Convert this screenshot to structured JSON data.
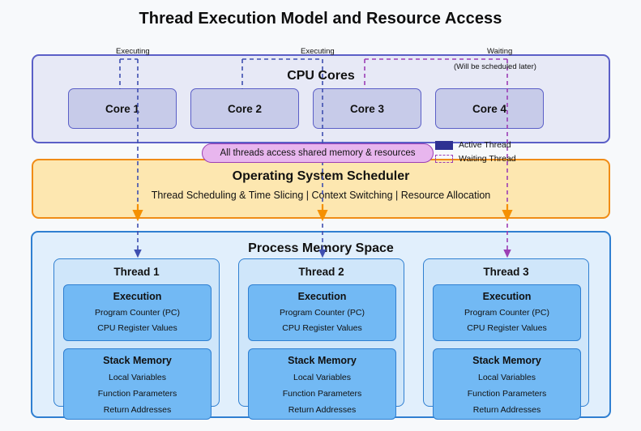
{
  "title": "Thread Execution Model and Resource Access",
  "cpu": {
    "title": "CPU Cores",
    "cores": [
      {
        "label": "Core 1"
      },
      {
        "label": "Core 2"
      },
      {
        "label": "Core 3"
      },
      {
        "label": "Core 4"
      }
    ]
  },
  "connectors": [
    {
      "label": "Executing",
      "note": "",
      "state": "active"
    },
    {
      "label": "Executing",
      "note": "",
      "state": "active"
    },
    {
      "label": "Waiting",
      "note": "(Will be scheduled later)",
      "state": "waiting"
    }
  ],
  "bubble": {
    "text": "All threads access shared memory & resources"
  },
  "legend": {
    "items": [
      {
        "label": "Active Thread",
        "color": "#2e3192",
        "style": "solid"
      },
      {
        "label": "Waiting Thread",
        "color": "#9c3fb5",
        "style": "dashed"
      }
    ]
  },
  "scheduler": {
    "title": "Operating System Scheduler",
    "subtitle": "Thread Scheduling & Time Slicing | Context Switching | Resource Allocation"
  },
  "process": {
    "title": "Process Memory Space",
    "threads": [
      {
        "title": "Thread 1",
        "execution": {
          "heading": "Execution",
          "lines": [
            "Program Counter (PC)",
            "CPU Register Values"
          ]
        },
        "stack": {
          "heading": "Stack Memory",
          "lines": [
            "Local Variables",
            "Function Parameters",
            "Return Addresses"
          ]
        }
      },
      {
        "title": "Thread 2",
        "execution": {
          "heading": "Execution",
          "lines": [
            "Program Counter (PC)",
            "CPU Register Values"
          ]
        },
        "stack": {
          "heading": "Stack Memory",
          "lines": [
            "Local Variables",
            "Function Parameters",
            "Return Addresses"
          ]
        }
      },
      {
        "title": "Thread 3",
        "execution": {
          "heading": "Execution",
          "lines": [
            "Program Counter (PC)",
            "CPU Register Values"
          ]
        },
        "stack": {
          "heading": "Stack Memory",
          "lines": [
            "Local Variables",
            "Function Parameters",
            "Return Addresses"
          ]
        }
      }
    ]
  },
  "colors": {
    "cpu_border": "#5b5fc7",
    "cpu_fill": "#e7e9f6",
    "core_fill": "#c7cbe9",
    "scheduler_border": "#f08c16",
    "scheduler_fill": "#fde7b0",
    "process_border": "#2f7fd1",
    "process_fill": "#e1effc",
    "thread_fill": "#cfe6fa",
    "sub_fill": "#72b9f4",
    "active_thread": "#2e3192",
    "waiting_thread": "#9c3fb5",
    "bubble_fill": "#e8b6ee"
  }
}
